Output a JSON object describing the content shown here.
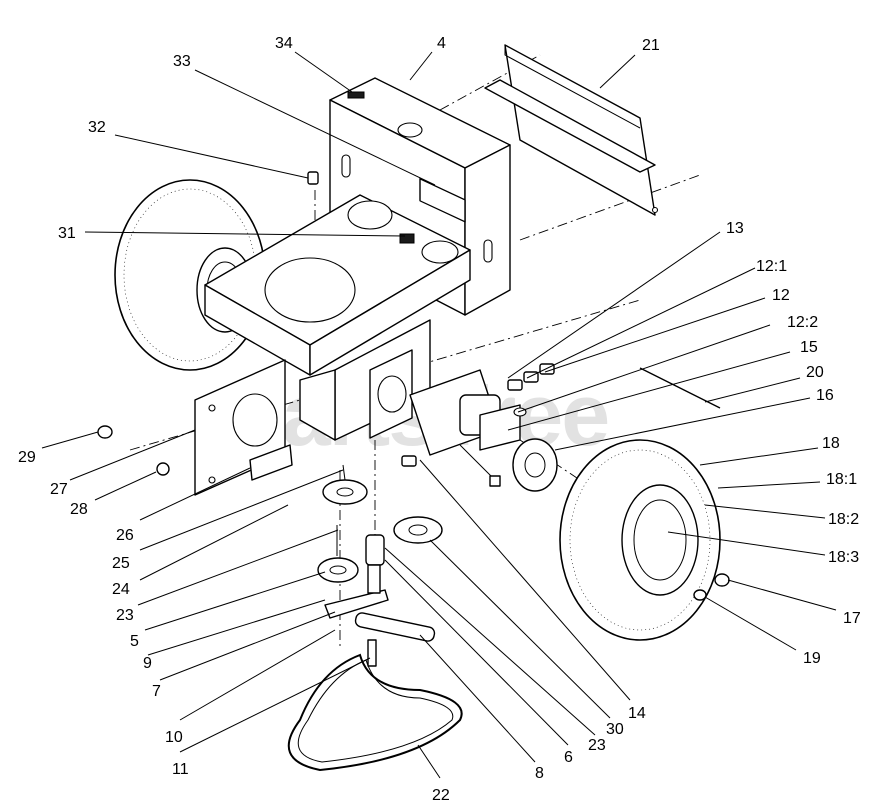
{
  "watermark": "PartsTree",
  "callouts": [
    {
      "id": "34",
      "text": "34"
    },
    {
      "id": "4",
      "text": "4"
    },
    {
      "id": "21",
      "text": "21"
    },
    {
      "id": "33",
      "text": "33"
    },
    {
      "id": "32",
      "text": "32"
    },
    {
      "id": "31",
      "text": "31"
    },
    {
      "id": "13",
      "text": "13"
    },
    {
      "id": "12-1",
      "text": "12:1"
    },
    {
      "id": "12",
      "text": "12"
    },
    {
      "id": "12-2",
      "text": "12:2"
    },
    {
      "id": "15",
      "text": "15"
    },
    {
      "id": "20",
      "text": "20"
    },
    {
      "id": "16",
      "text": "16"
    },
    {
      "id": "18",
      "text": "18"
    },
    {
      "id": "18-1",
      "text": "18:1"
    },
    {
      "id": "18-2",
      "text": "18:2"
    },
    {
      "id": "18-3",
      "text": "18:3"
    },
    {
      "id": "17",
      "text": "17"
    },
    {
      "id": "19",
      "text": "19"
    },
    {
      "id": "29",
      "text": "29"
    },
    {
      "id": "27",
      "text": "27"
    },
    {
      "id": "28",
      "text": "28"
    },
    {
      "id": "26",
      "text": "26"
    },
    {
      "id": "25",
      "text": "25"
    },
    {
      "id": "24",
      "text": "24"
    },
    {
      "id": "23a",
      "text": "23"
    },
    {
      "id": "5",
      "text": "5"
    },
    {
      "id": "9",
      "text": "9"
    },
    {
      "id": "7",
      "text": "7"
    },
    {
      "id": "10",
      "text": "10"
    },
    {
      "id": "11",
      "text": "11"
    },
    {
      "id": "22",
      "text": "22"
    },
    {
      "id": "8",
      "text": "8"
    },
    {
      "id": "6",
      "text": "6"
    },
    {
      "id": "23b",
      "text": "23"
    },
    {
      "id": "30",
      "text": "30"
    },
    {
      "id": "14",
      "text": "14"
    }
  ]
}
